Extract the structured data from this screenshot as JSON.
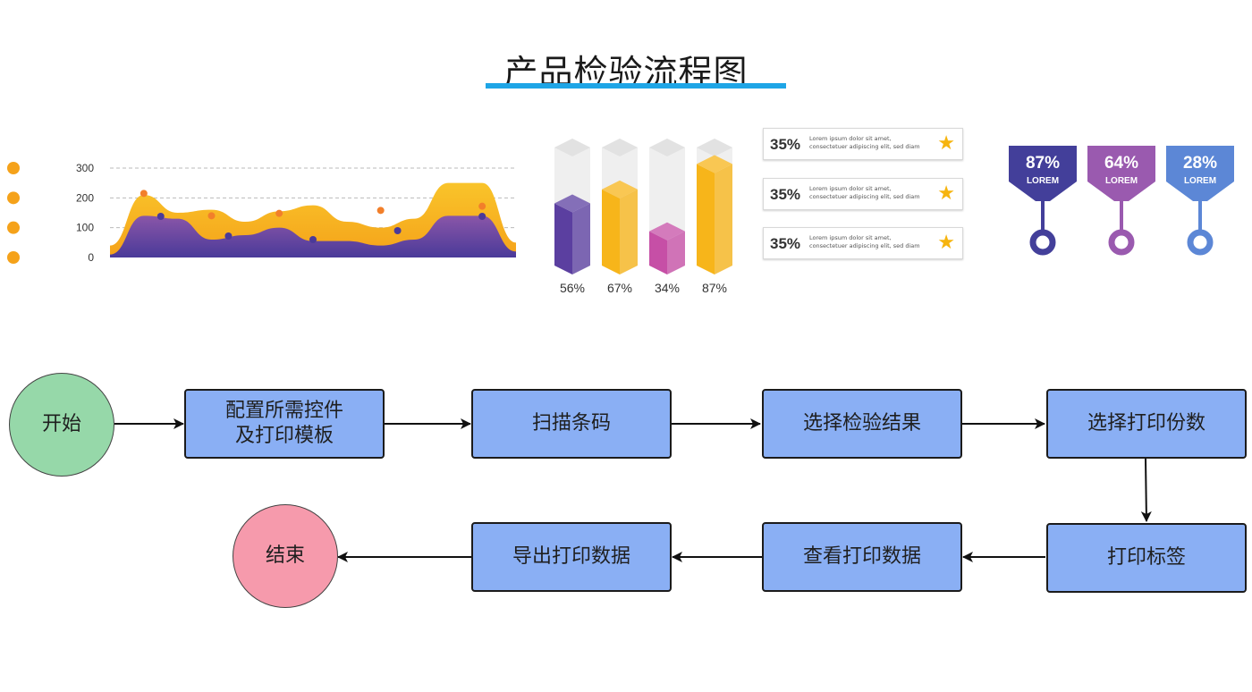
{
  "title": "产品检验流程图",
  "colors": {
    "title_bar": "#1ea5e6",
    "node_fill": "#8aaff4",
    "start_fill": "#96d8a9",
    "end_fill": "#f69aac",
    "purple": "#5b3fa0",
    "orange": "#f7b51a",
    "magenta": "#c64fa6",
    "star": "#f6b40e"
  },
  "chart_data": [
    {
      "type": "area",
      "title": "",
      "yticks": [
        "300",
        "200",
        "100",
        "0"
      ],
      "ylim": [
        0,
        300
      ],
      "x": [
        0,
        1,
        2,
        3,
        4,
        5,
        6,
        7,
        8,
        9,
        10,
        11,
        12
      ],
      "series": [
        {
          "name": "orange",
          "values": [
            40,
            210,
            150,
            160,
            120,
            155,
            175,
            120,
            100,
            130,
            250,
            250,
            50
          ]
        },
        {
          "name": "purple",
          "values": [
            10,
            140,
            130,
            60,
            75,
            100,
            55,
            55,
            40,
            60,
            140,
            140,
            20
          ]
        }
      ],
      "markers_orange": [
        [
          1,
          215
        ],
        [
          3,
          140
        ],
        [
          5,
          148
        ],
        [
          8,
          158
        ],
        [
          11,
          172
        ]
      ],
      "markers_purple": [
        [
          1.5,
          138
        ],
        [
          3.5,
          72
        ],
        [
          6,
          60
        ],
        [
          8.5,
          90
        ],
        [
          11,
          138
        ]
      ],
      "legend_dots": 4
    },
    {
      "type": "bar",
      "categories": [
        "56%",
        "67%",
        "34%",
        "87%"
      ],
      "values": [
        56,
        67,
        34,
        87
      ],
      "ylim": [
        0,
        100
      ],
      "bar_colors": [
        "#5b3fa0",
        "#f7b51a",
        "#c64fa6",
        "#f7b51a"
      ]
    }
  ],
  "stat_cards": [
    {
      "pct": "35%",
      "desc": "Lorem ipsum dolor sit amet, consectetuer adipiscing elit, sed diam"
    },
    {
      "pct": "35%",
      "desc": "Lorem ipsum dolor sit amet, consectetuer adipiscing elit, sed diam"
    },
    {
      "pct": "35%",
      "desc": "Lorem ipsum dolor sit amet, consectetuer adipiscing elit, sed diam"
    }
  ],
  "pins": [
    {
      "pct": "87%",
      "label": "LOREM",
      "color": "#433f9a",
      "value": 87
    },
    {
      "pct": "64%",
      "label": "LOREM",
      "color": "#9a5aaf",
      "value": 64
    },
    {
      "pct": "28%",
      "label": "LOREM",
      "color": "#5c87d6",
      "value": 28
    }
  ],
  "flow": {
    "start": "开始",
    "end": "结束",
    "steps": [
      "配置所需控件\n及打印模板",
      "扫描条码",
      "选择检验结果",
      "选择打印份数",
      "打印标签",
      "查看打印数据",
      "导出打印数据"
    ]
  }
}
